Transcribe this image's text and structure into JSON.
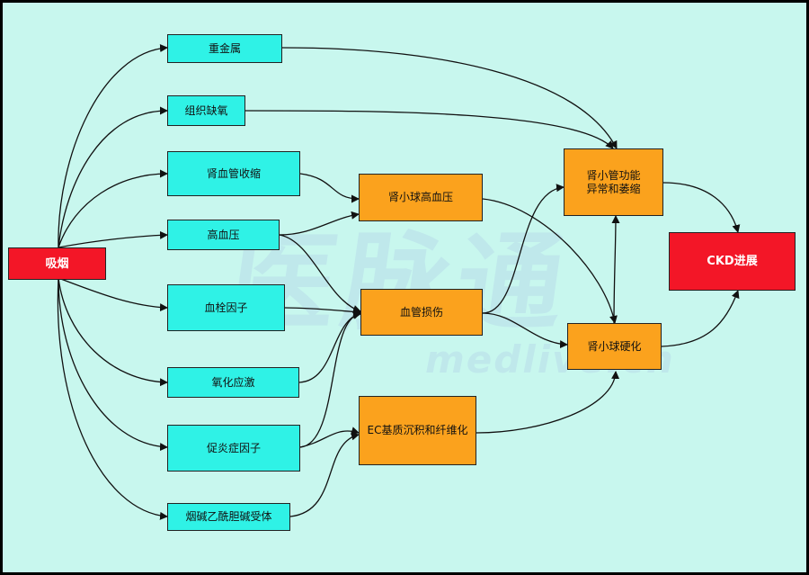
{
  "watermark": {
    "cn": "医脉通",
    "en": "medlive.cn"
  },
  "nodes": {
    "smoking": "吸烟",
    "heavy_metal": "重金属",
    "hypoxia": "组织缺氧",
    "renal_vasoconstriction": "肾血管收缩",
    "hypertension": "高血压",
    "thrombotic_factor": "血栓因子",
    "oxidative_stress": "氧化应激",
    "inflammatory_factor": "促炎症因子",
    "nicotinic_receptor": "烟碱乙酰胆碱受体",
    "glomerular_hypertension": "肾小球高血压",
    "vascular_injury": "血管损伤",
    "ec_matrix": "EC基质沉积和纤维化",
    "tubular_dysfunction": "肾小管功能\n异常和萎缩",
    "glomerulosclerosis": "肾小球硬化",
    "ckd_progression": "CKD进展"
  },
  "colors": {
    "source": "#f31627",
    "factor": "#2ff2e6",
    "mechanism": "#fba21d",
    "outcome": "#f31627",
    "edge": "#111111"
  }
}
